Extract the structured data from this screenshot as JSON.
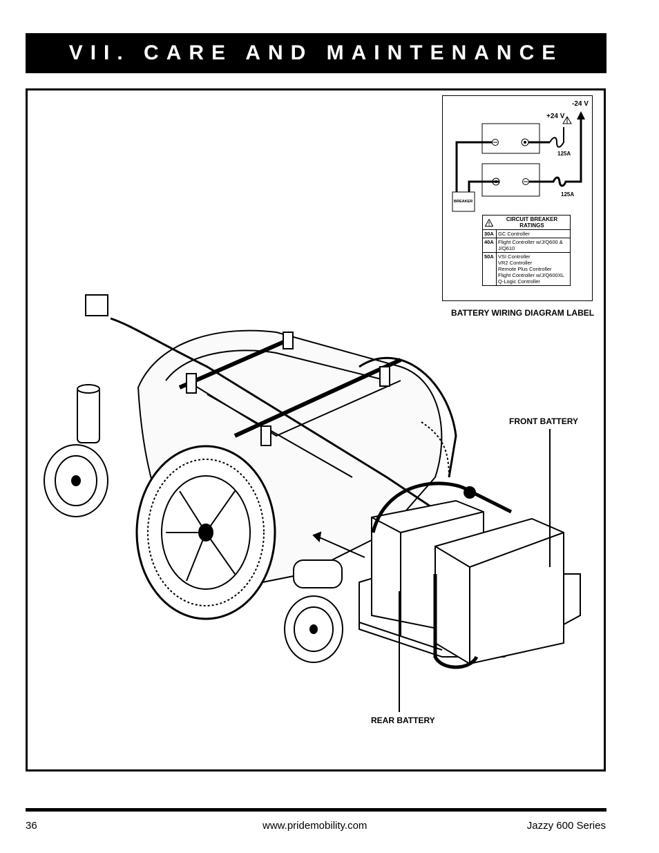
{
  "header": {
    "title": "VII. CARE AND MAINTENANCE"
  },
  "label": {
    "minus_voltage": "-24 V",
    "plus_voltage": "+24 V",
    "fuse_top": "125A",
    "fuse_bottom": "125A",
    "breaker": "BREAKER",
    "ratings_title_1": "CIRCUIT BREAKER",
    "ratings_title_2": "RATINGS",
    "ratings": [
      {
        "amp": "30A",
        "controllers": [
          "GC Controller"
        ]
      },
      {
        "amp": "40A",
        "controllers": [
          "Flight Controller w/J/Q600 &",
          "J/Q610"
        ]
      },
      {
        "amp": "50A",
        "controllers": [
          "VSI Controller",
          "VR2 Controller",
          "Remote Plus Controller",
          "Flight Controller w/J/Q600XL",
          "Q-Logic Controller"
        ]
      }
    ],
    "caption": "BATTERY WIRING DIAGRAM LABEL"
  },
  "callouts": {
    "front_battery": "FRONT BATTERY",
    "rear_battery": "REAR BATTERY"
  },
  "footer": {
    "page_number": "36",
    "website": "www.pridemobility.com",
    "series": "Jazzy 600 Series"
  }
}
